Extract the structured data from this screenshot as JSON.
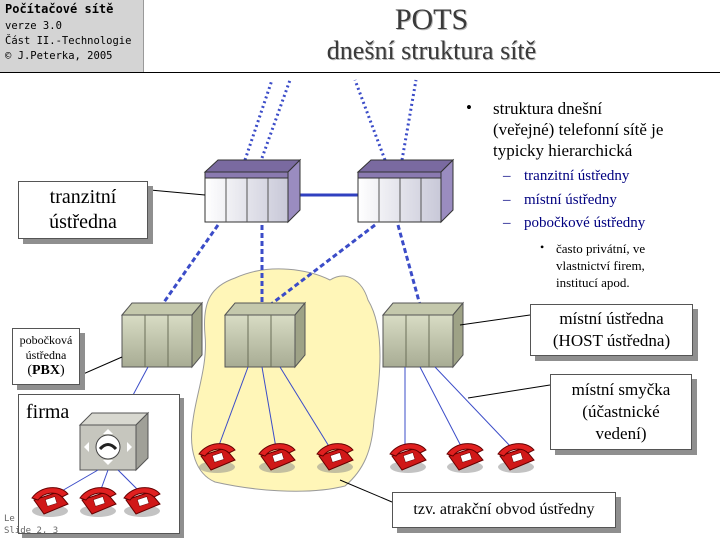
{
  "header": {
    "course": "Počítačové sítě",
    "version": "verze 3.0",
    "part": "Část II.-Technologie",
    "copyright": "© J.Peterka, 2005"
  },
  "title": {
    "line1": "POTS",
    "line2": "dnešní struktura sítě"
  },
  "bullets": {
    "main": [
      "struktura dnešní",
      "(veřejné) telefonní sítě je",
      "typicky hierarchická"
    ],
    "sub": [
      "tranzitní ústředny",
      "místní ústředny",
      "pobočkové ústředny"
    ],
    "subsub": [
      "často privátní, ve",
      "vlastnictví firem,",
      "institucí apod."
    ]
  },
  "labels": {
    "tranzitni": [
      "tranzitní",
      "ústředna"
    ],
    "pbx": [
      "pobočková",
      "ústředna",
      "(",
      "PBX",
      ")"
    ],
    "firma": "firma",
    "mistni_ustredna": [
      "místní ústředna",
      "(HOST ústředna)"
    ],
    "mistni_smycka": [
      "místní smyčka",
      "(účastnické",
      "vedení)"
    ],
    "atrakcni": "tzv. atrakční obvod ústředny"
  },
  "footer": {
    "line1": "Le",
    "line2": "Slide 2, 3"
  },
  "colors": {
    "link_blue": "#4050d0",
    "phone_red": "#d01818",
    "cloud": "#fff6b8",
    "bullet_navy": "#000080"
  }
}
